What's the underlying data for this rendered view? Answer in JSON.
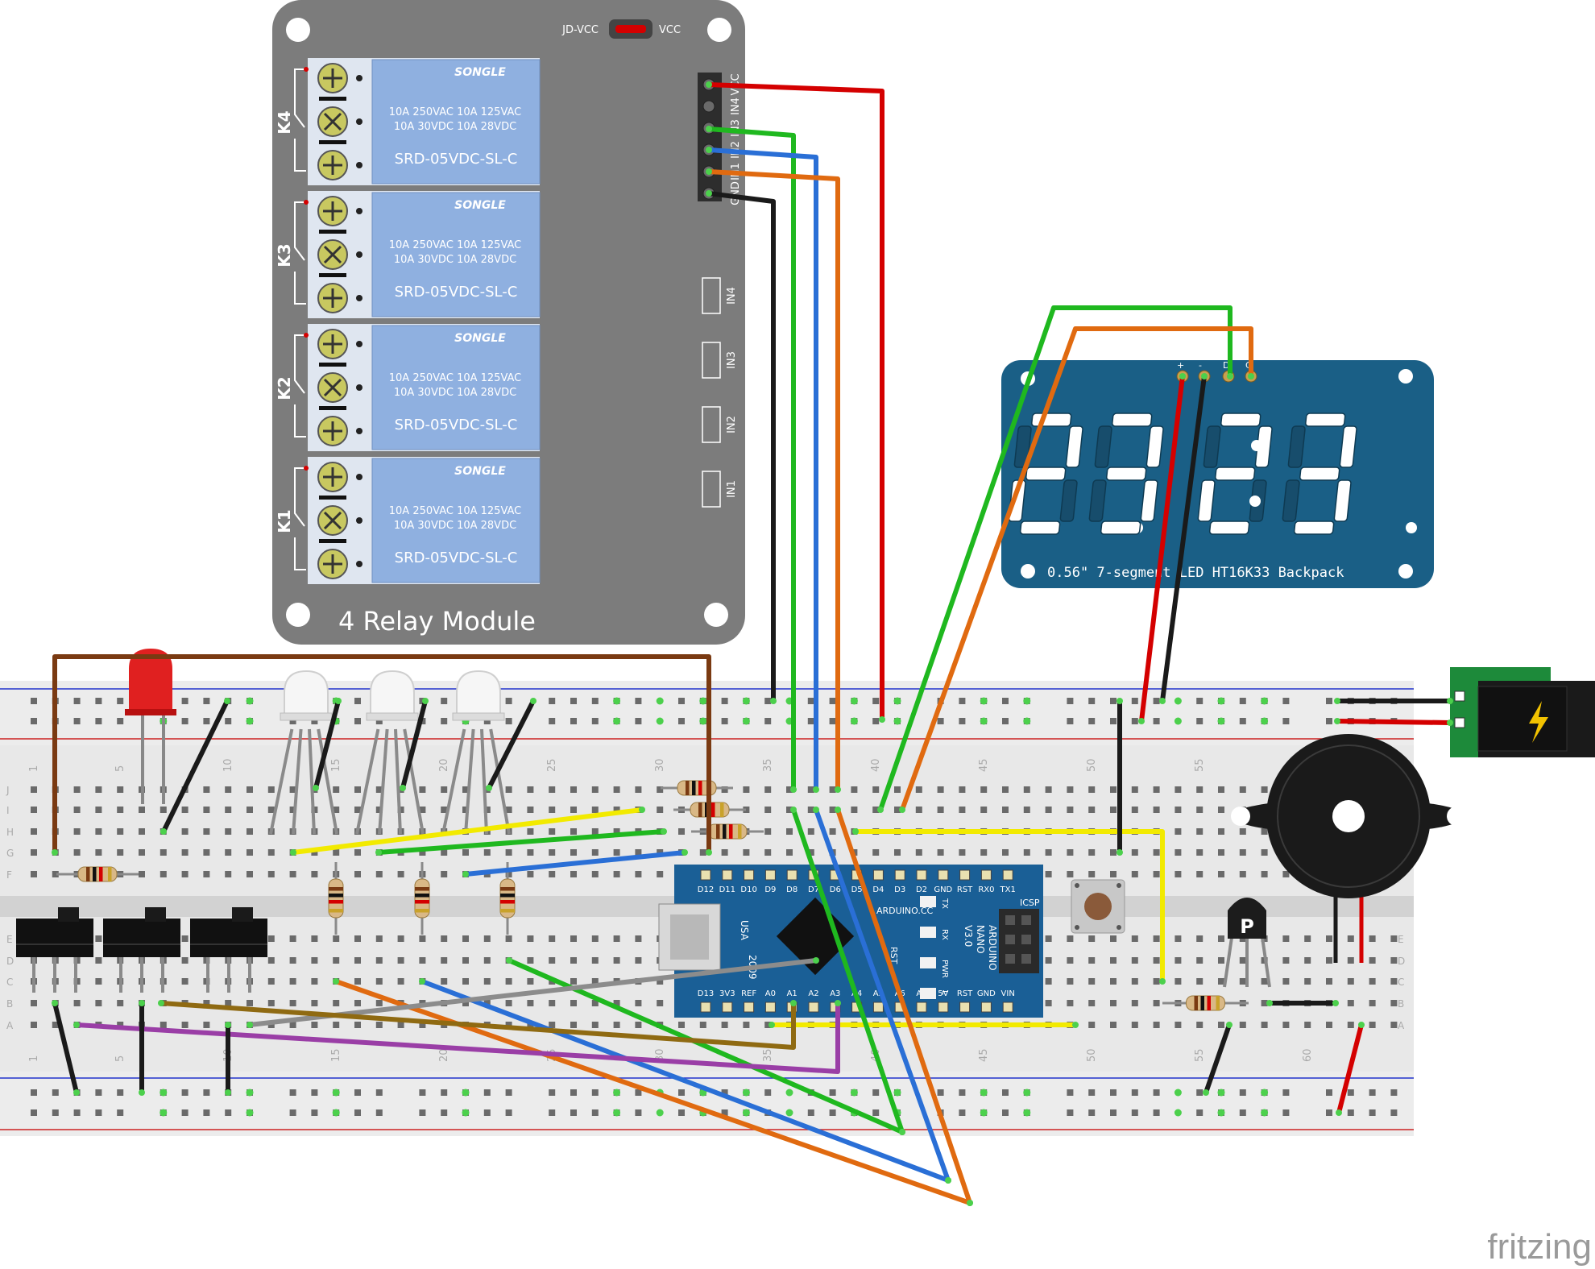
{
  "relay_module": {
    "title": "4 Relay Module",
    "jumper_left": "JD-VCC",
    "jumper_right": "VCC",
    "header_pins": [
      "VCC",
      "IN4",
      "IN3",
      "IN2",
      "IN1",
      "GND"
    ],
    "inputs": [
      "IN4",
      "IN3",
      "IN2",
      "IN1"
    ],
    "relays": [
      {
        "id": "K4",
        "brand": "SONGLE",
        "spec1": "10A 250VAC 10A 125VAC",
        "spec2": "10A 30VDC  10A 28VDC",
        "model": "SRD-05VDC-SL-C"
      },
      {
        "id": "K3",
        "brand": "SONGLE",
        "spec1": "10A 250VAC 10A 125VAC",
        "spec2": "10A 30VDC  10A 28VDC",
        "model": "SRD-05VDC-SL-C"
      },
      {
        "id": "K2",
        "brand": "SONGLE",
        "spec1": "10A 250VAC 10A 125VAC",
        "spec2": "10A 30VDC  10A 28VDC",
        "model": "SRD-05VDC-SL-C"
      },
      {
        "id": "K1",
        "brand": "SONGLE",
        "spec1": "10A 250VAC 10A 125VAC",
        "spec2": "10A 30VDC  10A 28VDC",
        "model": "SRD-05VDC-SL-C"
      }
    ]
  },
  "display": {
    "label": "0.56\" 7-segment LED HT16K33 Backpack",
    "pins": [
      "+",
      "-",
      "D",
      "C"
    ],
    "digits": "23:23"
  },
  "breadboard": {
    "top_numbers": [
      "1",
      "5",
      "10",
      "15",
      "20",
      "25",
      "30",
      "35",
      "40",
      "45",
      "50",
      "55"
    ],
    "bottom_numbers": [
      "1",
      "5",
      "10",
      "15",
      "20",
      "25",
      "30",
      "35",
      "40",
      "45",
      "50",
      "55",
      "60"
    ],
    "row_letters_top": [
      "J",
      "I",
      "H",
      "G",
      "F"
    ],
    "row_letters_bottom": [
      "E",
      "D",
      "C",
      "B",
      "A"
    ]
  },
  "nano": {
    "top_pins": [
      "D12",
      "D11",
      "D10",
      "D9",
      "D8",
      "D7",
      "D6",
      "D5",
      "D4",
      "D3",
      "D2",
      "GND",
      "RST",
      "RX0",
      "TX1"
    ],
    "bottom_pins": [
      "D13",
      "3V3",
      "REF",
      "A0",
      "A1",
      "A2",
      "A3",
      "A4",
      "A5",
      "A6",
      "A7",
      "5V",
      "RST",
      "GND",
      "VIN"
    ],
    "name_lines": [
      "ARDUINO",
      "NANO",
      "V3.0"
    ],
    "url": "ARDUINO.CC",
    "year": "2009",
    "usb": "USA",
    "leds": [
      "TX",
      "RX",
      "PWR",
      "L"
    ],
    "icsp": "ICSP",
    "rst": "RST"
  },
  "transistor_label": "P",
  "watermark": "fritzing",
  "colors": {
    "red": "#d40000",
    "black": "#1a1a1a",
    "green": "#1fb81f",
    "blue": "#2a6fd6",
    "orange": "#e06a10",
    "yellow": "#f2ea00",
    "brown": "#7a3a12",
    "gray": "#8c8c8c",
    "purple": "#9a3ea6",
    "olive": "#8f6a12",
    "relay_board": "#7a7a7a",
    "relay_blue": "#8fb0e0",
    "display_pcb": "#1a5f86",
    "nano_pcb": "#1a5f96"
  }
}
